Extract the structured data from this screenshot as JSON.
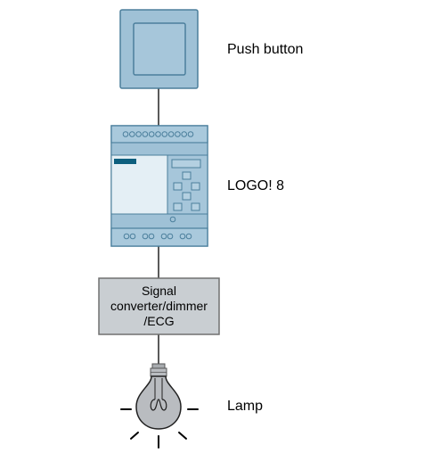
{
  "components": {
    "push_button": {
      "label": "Push button"
    },
    "logo": {
      "label": "LOGO! 8"
    },
    "converter": {
      "line1": "Signal",
      "line2": "converter/dimmer",
      "line3": "/ECG"
    },
    "lamp": {
      "label": "Lamp"
    }
  },
  "colors": {
    "device_fill": "#9fc1d6",
    "device_stroke": "#4b7f9c",
    "screen_fill": "#e4eff5",
    "display_bar": "#0d5f7e",
    "converter_fill": "#c9ced2",
    "converter_stroke": "#707070",
    "bulb_fill": "#b9bcc0",
    "line": "#000000"
  },
  "icons": [
    "push-button-icon",
    "logo-controller-icon",
    "lamp-icon"
  ]
}
